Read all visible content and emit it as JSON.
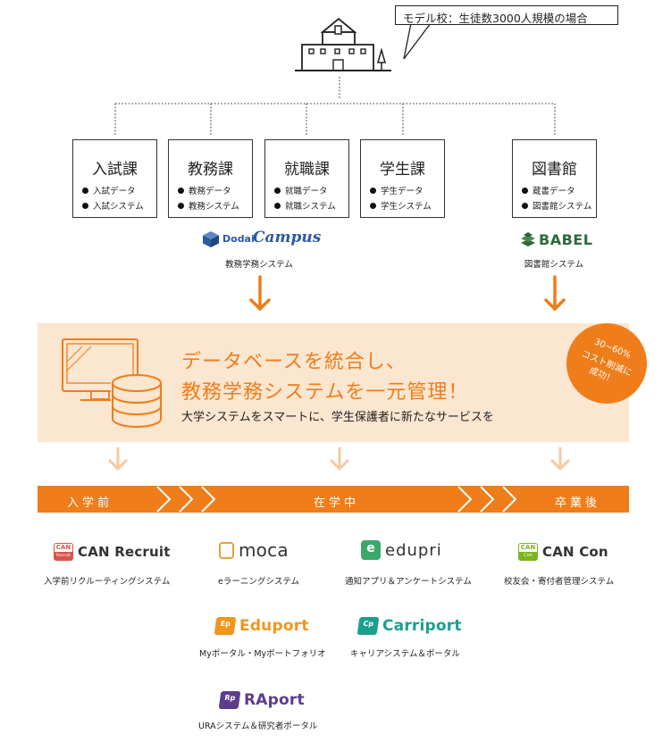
{
  "callout": {
    "text": "モデル校：生徒数3000人規模の場合"
  },
  "departments": [
    {
      "title": "入試課",
      "items": [
        "入試データ",
        "入試システム"
      ]
    },
    {
      "title": "教務課",
      "items": [
        "教務データ",
        "教務システム"
      ]
    },
    {
      "title": "就職課",
      "items": [
        "就職データ",
        "就職システム"
      ]
    },
    {
      "title": "学生課",
      "items": [
        "学生データ",
        "学生システム"
      ]
    },
    {
      "title": "図書館",
      "items": [
        "蔵書データ",
        "図書館システム"
      ]
    }
  ],
  "systems": {
    "campus": {
      "logo_prefix": "Dodai",
      "logo_main": "Campus",
      "caption": "教務学務システム"
    },
    "babel": {
      "logo": "BABEL",
      "caption": "図書館システム"
    }
  },
  "banner": {
    "headline_line1": "データベースを統合し、",
    "headline_line2": "教務学務システムを一元管理！",
    "subline": "大学システムをスマートに、学生保護者に新たなサービスを",
    "badge_line1": "30~60%",
    "badge_line2": "コスト削減に",
    "badge_line3": "成功！"
  },
  "timeline": {
    "stages": [
      "入学前",
      "在学中",
      "卒業後"
    ]
  },
  "services": [
    {
      "name": "CAN Recruit",
      "badge_text": "CAN",
      "badge_sub": "Recruit",
      "caption": "入学前リクルーティングシステム"
    },
    {
      "name": "moca",
      "caption": "eラーニングシステム"
    },
    {
      "name": "edupri",
      "badge_text": "e",
      "caption": "通知アプリ＆アンケートシステム"
    },
    {
      "name": "CAN Con",
      "badge_text": "CAN",
      "badge_sub": "Con",
      "caption": "校友会・寄付者管理システム"
    },
    {
      "name": "Eduport",
      "badge_text": "Ep",
      "caption": "Myポータル・Myポートフォリオ"
    },
    {
      "name": "Carriport",
      "badge_text": "Cp",
      "caption": "キャリアシステム＆ポータル"
    },
    {
      "name": "RAport",
      "badge_text": "Rp",
      "caption": "URAシステム＆研究者ポータル"
    }
  ],
  "colors": {
    "orange": "#ef7d1a",
    "banner_bg": "#fbe6d0",
    "light_orange": "#f6c8a0",
    "campus_blue": "#2a5aa0",
    "babel_green": "#2f6a3a",
    "eduport_orange": "#f0961e",
    "carriport_teal": "#1aa08c",
    "raport_purple": "#5b3d8c",
    "edupri_green": "#3ba86a",
    "can_green": "#7ab51d",
    "can_red": "#d9534f"
  }
}
